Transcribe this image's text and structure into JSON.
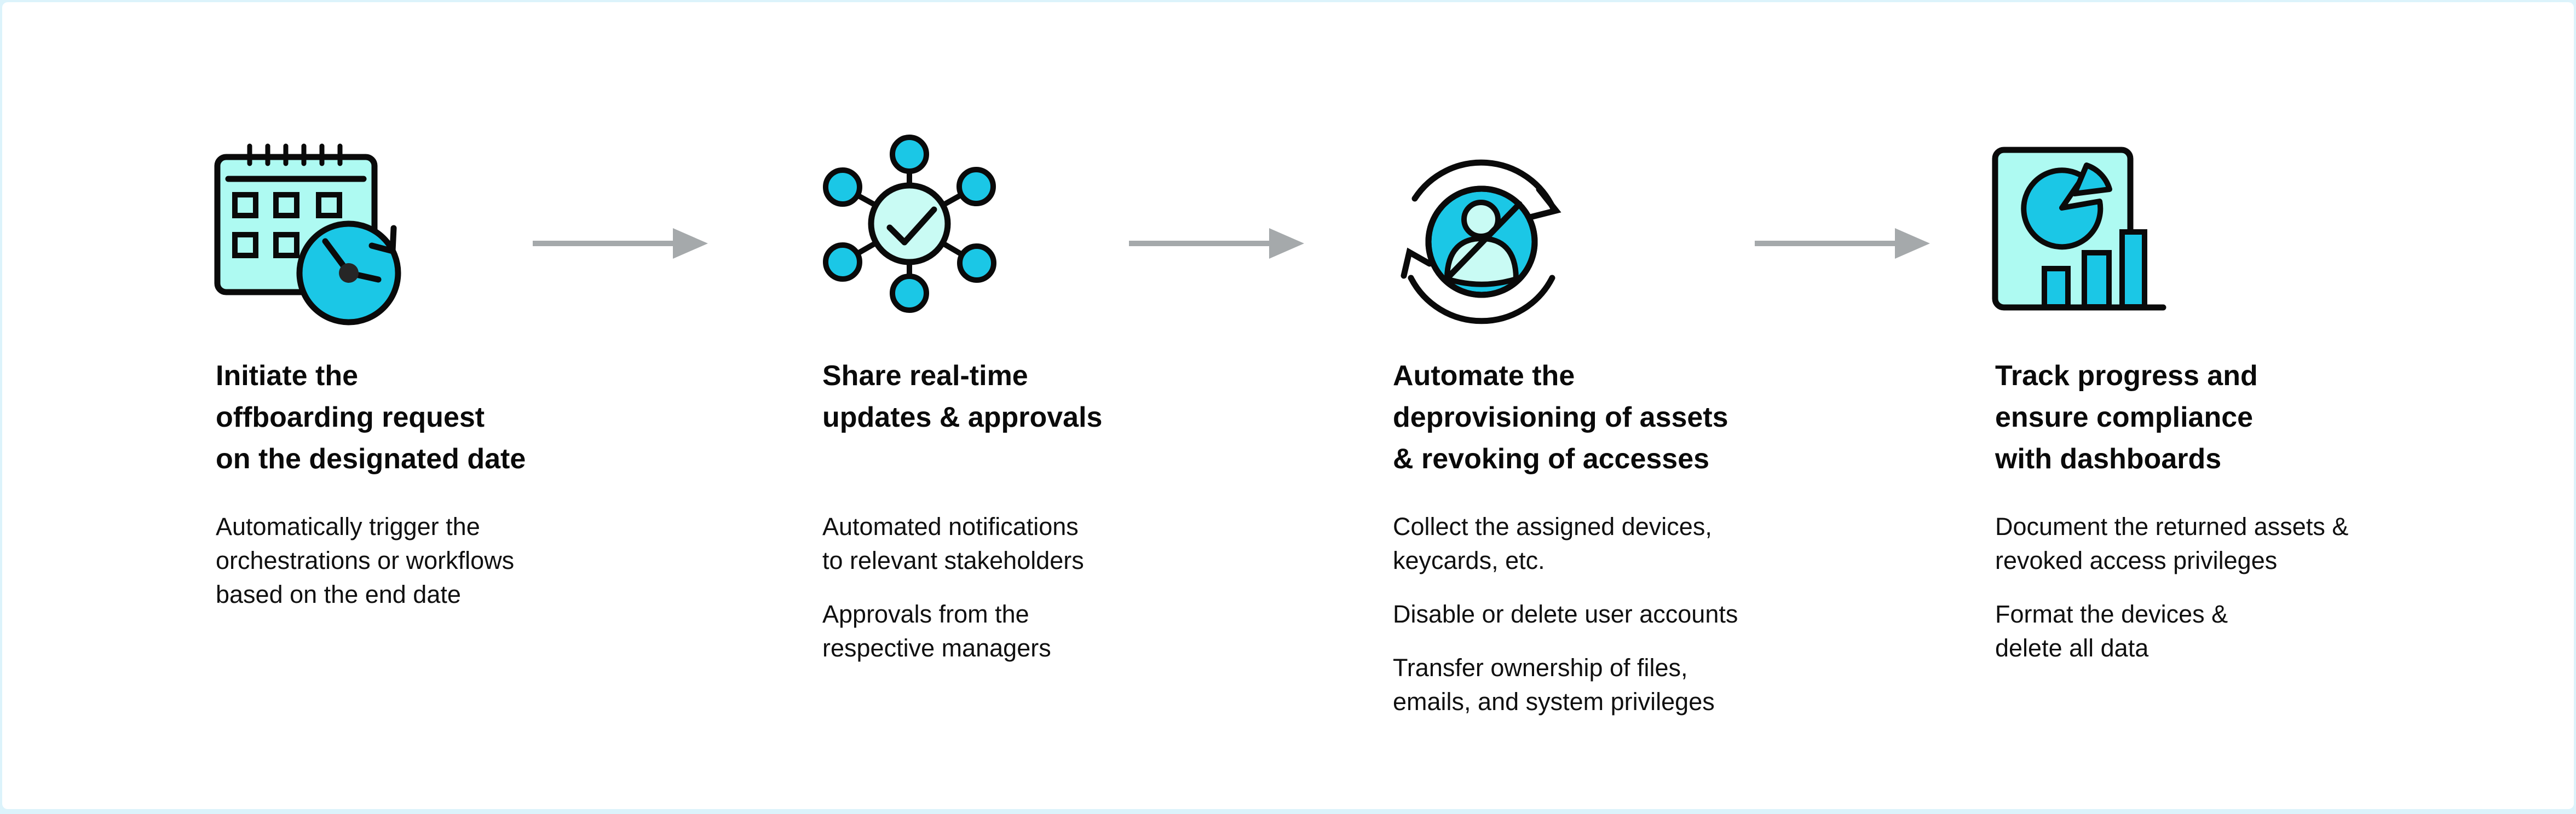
{
  "frame": {
    "border_color": "#dcf3fb",
    "sheet_background": "#ffffff"
  },
  "colors": {
    "accent_cyan": "#1bc7e6",
    "accent_light_cyan": "#aefaf2",
    "outline_black": "#0a0a0a",
    "arrow_gray": "#a5a9ab"
  },
  "arrows": {
    "count": 3,
    "color": "#a5a9ab",
    "direction": "right"
  },
  "steps": [
    {
      "icon": "calendar-clock-icon",
      "title": "Initiate the\noffboarding request\non the designated date",
      "paragraphs": [
        "Automatically trigger the\norchestrations or workflows\nbased on the end date"
      ]
    },
    {
      "icon": "network-approvals-icon",
      "title": "Share real-time\nupdates & approvals",
      "paragraphs": [
        "Automated notifications\nto relevant stakeholders",
        "Approvals from the\nrespective managers"
      ]
    },
    {
      "icon": "deprovision-user-icon",
      "title": "Automate the\ndeprovisioning of assets\n& revoking of accesses",
      "paragraphs": [
        "Collect the assigned devices,\nkeycards, etc.",
        "Disable or delete user accounts",
        "Transfer ownership of files,\nemails, and system privileges"
      ]
    },
    {
      "icon": "dashboard-report-icon",
      "title": "Track progress and\nensure compliance\nwith dashboards",
      "paragraphs": [
        "Document the returned assets &\nrevoked access privileges",
        "Format the devices &\ndelete all data"
      ]
    }
  ]
}
